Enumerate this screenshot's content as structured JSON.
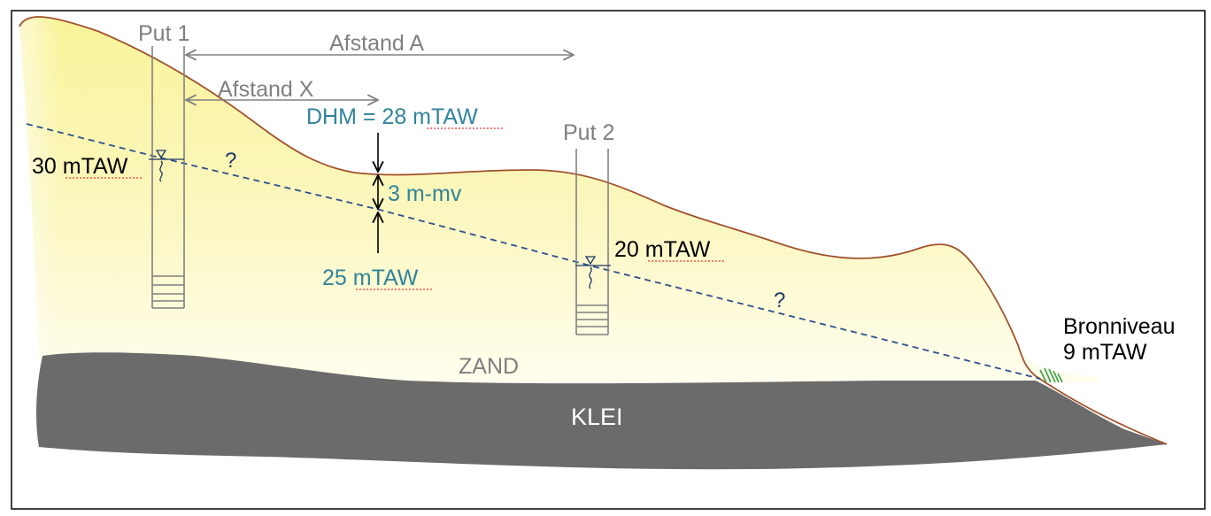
{
  "labels": {
    "put1": "Put 1",
    "put2": "Put 2",
    "afstand_a": "Afstand A",
    "afstand_x": "Afstand X",
    "dhm": "DHM = 28 mTAW",
    "depth": "3 m-mv",
    "level_25": "25 mTAW",
    "level_30": "30 mTAW",
    "level_20": "20 mTAW",
    "question": "?",
    "bron_name": "Bronniveau",
    "bron_level": "9 mTAW",
    "zand": "ZAND",
    "klei": "KLEI"
  },
  "colors": {
    "sand_light": "#fffde8",
    "sand_mid": "#fbf6ab",
    "clay": "#6b6b6b",
    "surface_line": "#a0522d",
    "water_table": "#2f4f8f",
    "well": "#808080",
    "blue_text": "#31849b",
    "grass": "#3aa04a"
  }
}
